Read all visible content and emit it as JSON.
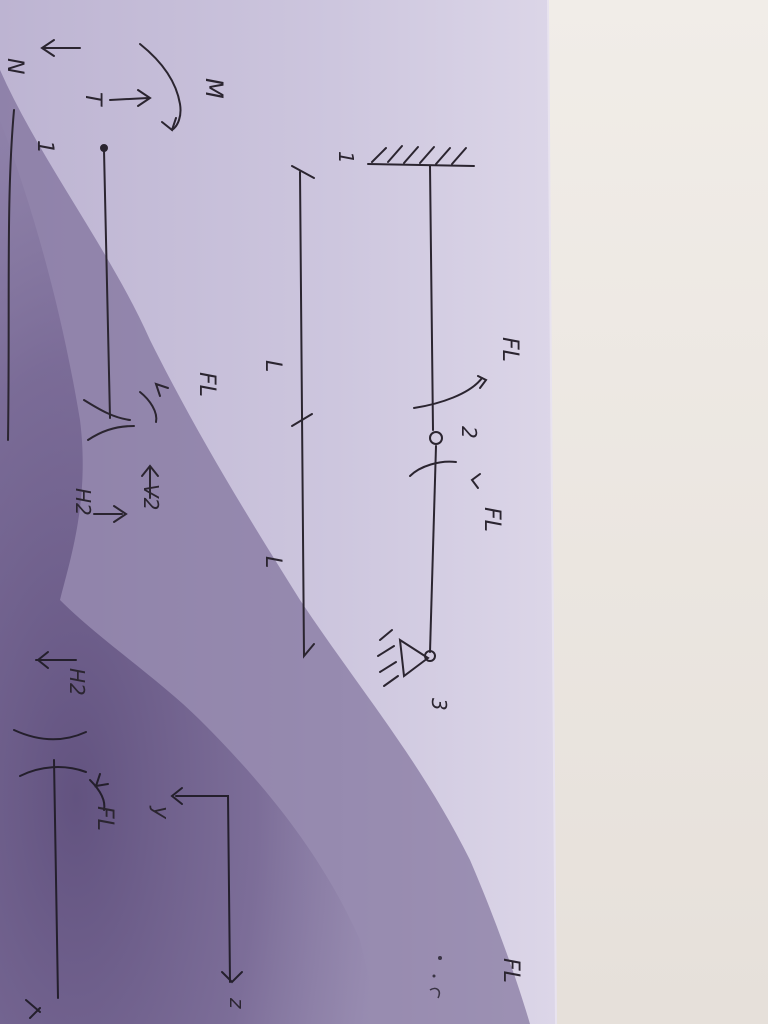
{
  "labels": {
    "node_1_top": "1",
    "node_2": "2",
    "node_3": "3",
    "load_fl_top_left": "FL",
    "load_fl_top_right": "FL",
    "span_l_upper": "L",
    "span_l_lower": "L",
    "fbd_m": "M",
    "fbd_t": "T",
    "fbd_n": "N",
    "fbd_node_1": "1",
    "fbd_fl_left": "FL",
    "fbd_v2": "V2",
    "fbd_h2": "H2",
    "fbd2_h2": "H2",
    "fbd2_fl": "FL",
    "axis_y": "y",
    "axis_z": "z",
    "margin_fl": "FL"
  },
  "colors": {
    "paper": "#cfc8df",
    "ink": "#2b2530",
    "shadow": "#6d5e86",
    "table": "#ece6e0"
  }
}
